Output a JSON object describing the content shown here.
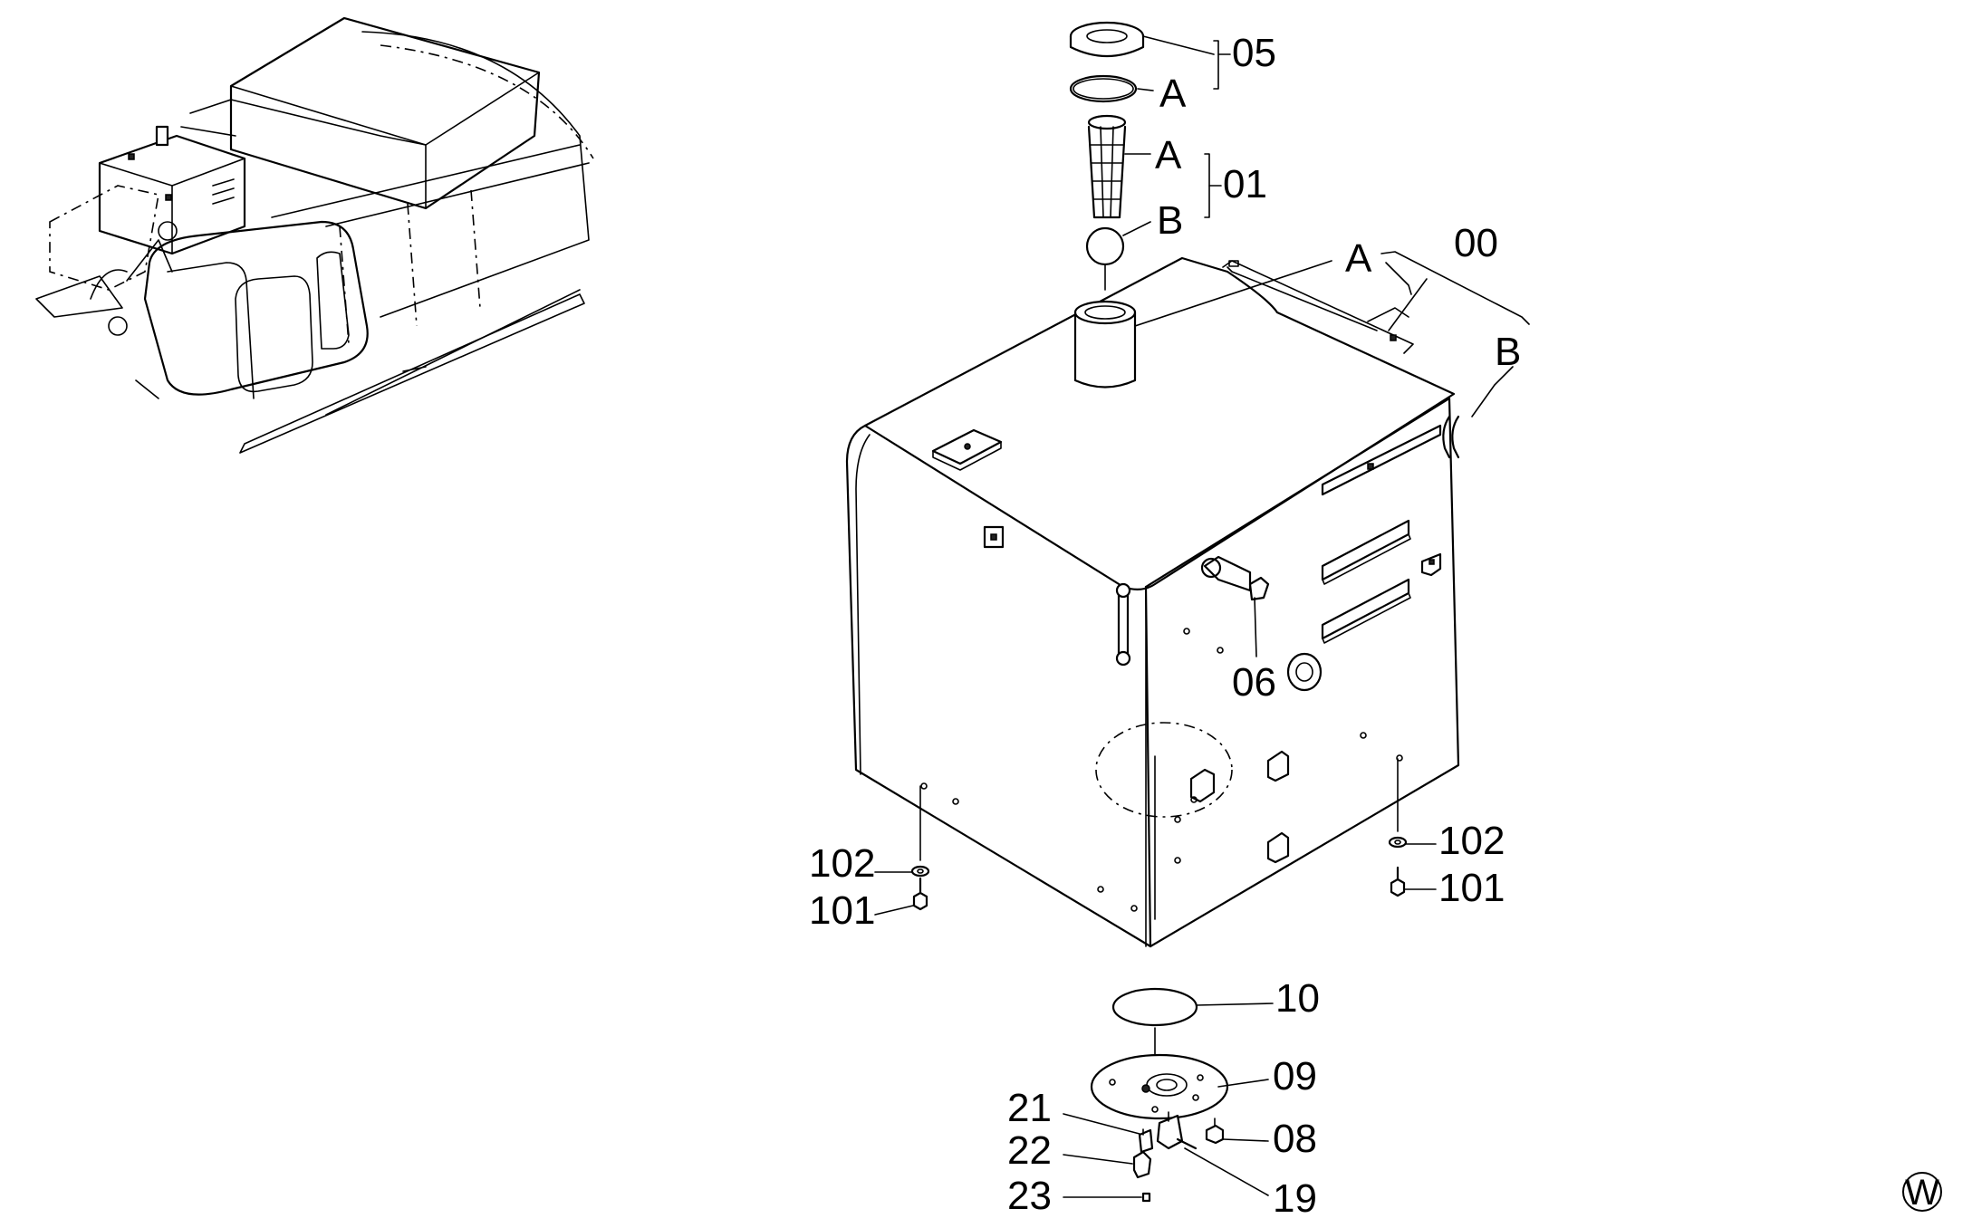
{
  "callouts": {
    "c05": "05",
    "a_top": "A",
    "a_mid": "A",
    "c01": "01",
    "b_mid": "B",
    "a_right": "A",
    "c00": "00",
    "b_right": "B",
    "c06": "06",
    "c102_left": "102",
    "c101_left": "101",
    "c102_right": "102",
    "c101_right": "101",
    "c10": "10",
    "c09": "09",
    "c21": "21",
    "c08": "08",
    "c22": "22",
    "c19": "19",
    "c23": "23",
    "w_mark": "W"
  }
}
